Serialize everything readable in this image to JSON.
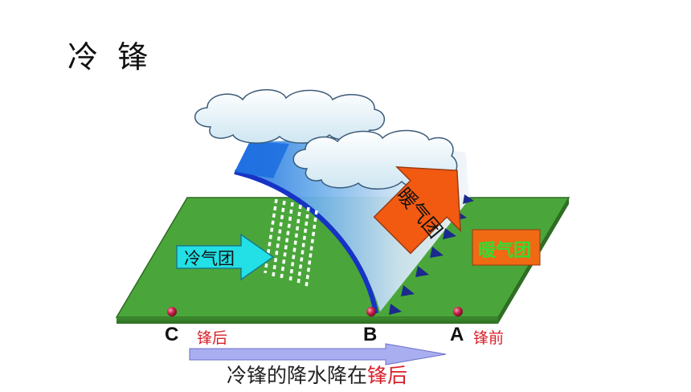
{
  "title": "冷 锋",
  "labels": {
    "cold_air_mass": "冷气团",
    "warm_air_mass_arrow": "暖气团",
    "warm_air_mass_box": "暖气团"
  },
  "points": [
    {
      "letter": "C",
      "note": "锋后"
    },
    {
      "letter": "B",
      "note": ""
    },
    {
      "letter": "A",
      "note": "锋前"
    }
  ],
  "caption": {
    "text": "冷锋的降水降在",
    "highlight": "锋后"
  },
  "colors": {
    "ground": "#4aa63a",
    "cold_arrow": "#22e0e6",
    "warm_arrow": "#f25a12",
    "warm_box": "#f06a14",
    "warm_box_text": "#33dd33",
    "front_line": "#1733c6",
    "front_marker": "#1b2a8c",
    "point_marker": "#c4214a",
    "caption_highlight": "#d9202a"
  }
}
